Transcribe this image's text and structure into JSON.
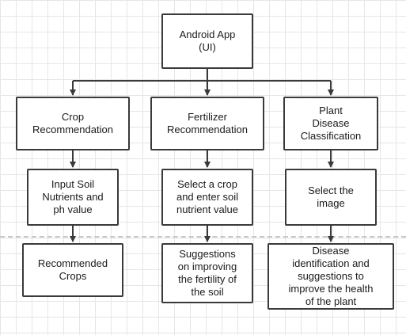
{
  "nodes": {
    "root": "Android App\n(UI)",
    "crop": "Crop\nRecommendation",
    "fertilizer": "Fertilizer\nRecommendation",
    "plant": "Plant\nDisease\nClassification",
    "input_soil": "Input Soil\nNutrients and\nph value",
    "select_crop": "Select a crop\nand enter soil\nnutrient value",
    "select_image": "Select the\nimage",
    "recommended": "Recommended\nCrops",
    "suggestions": "Suggestions\non improving\nthe fertility of\nthe soil",
    "disease": "Disease\nidentification and\nsuggestions to\nimprove the health\nof the plant"
  },
  "colors": {
    "stroke": "#3a3a3a",
    "grid": "#e6e6e6",
    "dash": "#c8c8c8"
  }
}
